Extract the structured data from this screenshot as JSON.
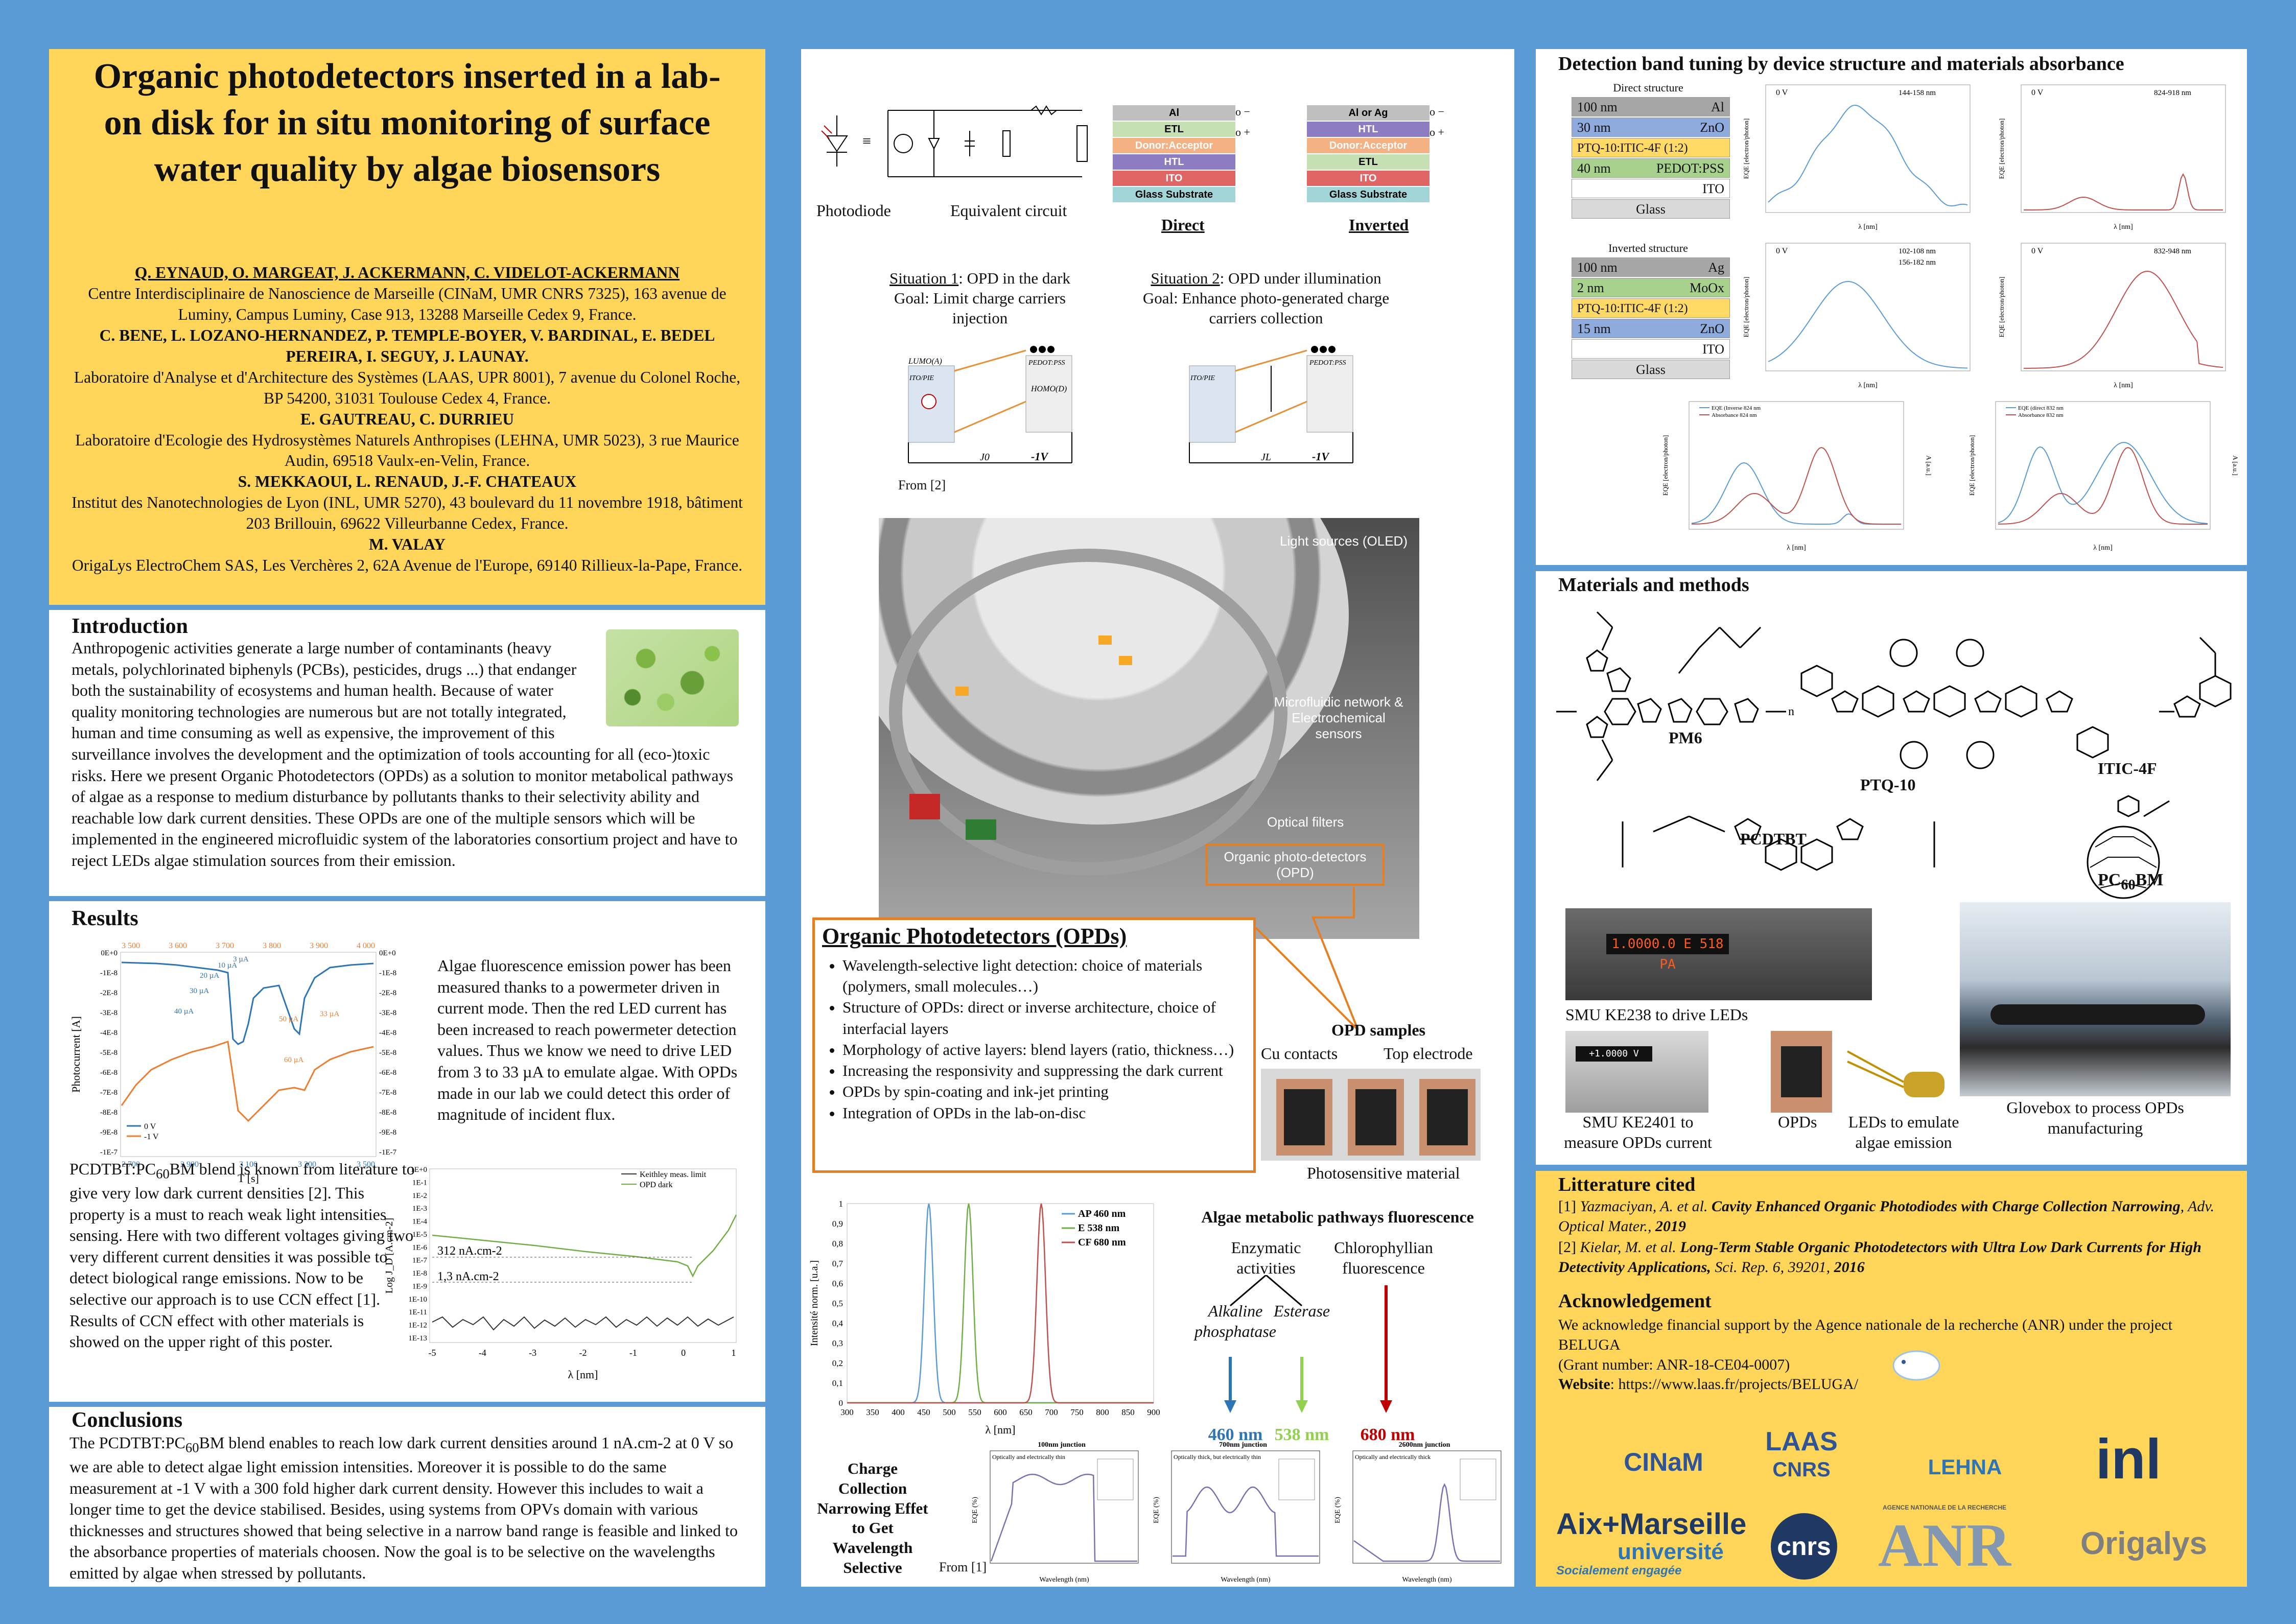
{
  "title": "Organic photodetectors inserted in a lab-on disk for in situ monitoring of surface water quality by algae biosensors",
  "authors": [
    {
      "names": "Q. EYNAUD, O. MARGEAT, J. ACKERMANN, C. VIDELOT-ACKERMANN",
      "affil": "Centre Interdisciplinaire de Nanoscience de Marseille (CINaM, UMR CNRS 7325), 163 avenue de Luminy, Campus Luminy, Case 913, 13288 Marseille Cedex 9, France."
    },
    {
      "names": "C. BENE, L. LOZANO-HERNANDEZ, P. TEMPLE-BOYER, V. BARDINAL, E. BEDEL PEREIRA, I. SEGUY, J. LAUNAY.",
      "affil": "Laboratoire d'Analyse et d'Architecture des Systèmes (LAAS, UPR 8001), 7 avenue du Colonel Roche, BP 54200, 31031 Toulouse Cedex 4, France."
    },
    {
      "names": "E. GAUTREAU, C. DURRIEU",
      "affil": "Laboratoire d'Ecologie des Hydrosystèmes Naturels Anthropises (LEHNA, UMR 5023), 3 rue Maurice Audin, 69518 Vaulx-en-Velin, France."
    },
    {
      "names": "S. MEKKAOUI, L. RENAUD, J.-F. CHATEAUX",
      "affil": "Institut des Nanotechnologies de Lyon (INL, UMR 5270), 43 boulevard du 11 novembre 1918, bâtiment 203 Brillouin, 69622 Villeurbanne Cedex, France."
    },
    {
      "names": "M. VALAY",
      "affil": "OrigaLys ElectroChem SAS, Les Verchères 2, 62A Avenue de l'Europe, 69140 Rillieux-la-Pape, France."
    }
  ],
  "intro": {
    "heading": "Introduction",
    "text": "Anthropogenic activities generate a large number of contaminants (heavy metals, polychlorinated biphenyls (PCBs), pesticides, drugs ...) that endanger both the sustainability of ecosystems and human health. Because of water quality monitoring technologies are numerous but are not totally integrated, human and time consuming as well as expensive, the improvement of this surveillance involves the development and the optimization of tools accounting for all (eco-)toxic risks. Here we present Organic Photodetectors (OPDs) as a solution to monitor metabolical pathways of algae as a response to medium disturbance by pollutants thanks to their selectivity ability and reachable low dark current densities. These OPDs are one of the multiple sensors which will be implemented in the engineered microfluidic system of the laboratories consortium project and have to reject LEDs algae stimulation sources from their emission."
  },
  "results": {
    "heading": "Results",
    "text1": "Algae fluorescence emission power has been measured thanks to a powermeter driven in current mode. Then the red LED current has been increased to reach powermeter detection values. Thus we know we need to drive LED from 3 to 33 µA to emulate algae. With OPDs made in our lab we could detect this order of magnitude of incident flux.",
    "text2_pre": "PCDTBT:PC",
    "text2_sub": "60",
    "text2_post": "BM blend is known from literature to give very low dark current densities [2]. This property is a must to reach weak light intensities sensing. Here with two different voltages giving two very different current densities it was possible to detect biological range emissions. Now to be selective our approach is to use CCN effect [1]. Results of CCN effect with other materials is showed on the upper right of this poster."
  },
  "conclusions": {
    "heading": "Conclusions",
    "pre": "The PCDTBT:PC",
    "sub": "60",
    "post": "BM blend enables to reach low dark current densities around 1 nA.cm-2 at 0 V so we are able to detect algae light emission intensities. Moreover it is possible to do the same measurement at -1 V with a 300 fold higher dark current density. However this includes to wait a longer time to get the device stabilised. Besides, using systems from OPVs domain with various thicknesses and structures showed that being selective in a narrow band range is feasible and linked to the absorbance properties of materials choosen. Now the goal is to be selective on the wavelengths emitted by algae when stressed by pollutants."
  },
  "device": {
    "photodiode": "Photodiode",
    "equiv": "Equivalent circuit",
    "direct": "Direct",
    "inverted": "Inverted",
    "direct_layers": [
      "Al",
      "ETL",
      "Donor:Acceptor",
      "HTL",
      "ITO",
      "Glass Substrate"
    ],
    "inverted_layers": [
      "Al or Ag",
      "HTL",
      "Donor:Acceptor",
      "ETL",
      "ITO",
      "Glass Substrate"
    ],
    "sit1_title": "Situation 1",
    "sit1_rest": ": OPD in the dark",
    "sit1_goal": "Goal: Limit charge carriers injection",
    "sit2_title": "Situation 2",
    "sit2_rest": ": OPD under illumination",
    "sit2_goal": "Goal: Enhance photo-generated charge carriers collection",
    "from2": "From [2]",
    "v1": "-1V",
    "j0": "J0",
    "jl": "JL",
    "lumo": "LUMO(A)",
    "homo": "HOMO(D)",
    "itopie": "ITO/PIE",
    "pedot": "PEDOT:PSS"
  },
  "disk": {
    "light": "Light sources (OLED)",
    "micro": "Microfluidic network & Electrochemical sensors",
    "filters": "Optical filters",
    "opd": "Organic photo-detectors (OPD)"
  },
  "opds": {
    "heading": "Organic Photodetectors (OPDs)",
    "items": [
      "Wavelength-selective light detection: choice of materials (polymers, small molecules…)",
      "Structure of OPDs: direct or inverse architecture, choice of interfacial layers",
      "Morphology of active layers: blend layers (ratio, thickness…)",
      "Increasing the responsivity and suppressing the dark current",
      "OPDs by spin-coating and ink-jet printing",
      "Integration of OPDs in the lab-on-disc"
    ]
  },
  "samples": {
    "title": "OPD samples",
    "cu": "Cu contacts",
    "top": "Top electrode",
    "photo": "Photosensitive material"
  },
  "metabolic": {
    "title": "Algae metabolic pathways fluorescence",
    "enzymatic": "Enzymatic activities",
    "chloro": "Chlorophyllian fluorescence",
    "alk": "Alkaline phosphatase",
    "est": "Esterase",
    "w1": "460 nm",
    "w2": "538 nm",
    "w3": "680 nm",
    "c1": "#2e75b6",
    "c2": "#92d050",
    "c3": "#c00000"
  },
  "ccn": {
    "label": "Charge Collection Narrowing Effet to Get Wavelength Selective",
    "from1": "From [1]",
    "panels": [
      {
        "title": "100nm junction",
        "sub": "Optically and electrically thin"
      },
      {
        "title": "700nm junction",
        "sub": "Optically thick, but electrically thin"
      },
      {
        "title": "2600nm junction",
        "sub": "Optically and electrically thick"
      }
    ],
    "xlabel": "Wavelength (nm)",
    "ylabel": "EQE (%)"
  },
  "detection": {
    "heading": "Detection band tuning by device structure and materials absorbance",
    "direct_title": "Direct structure",
    "direct_rows": [
      {
        "th": "100 nm",
        "mat": "Al",
        "color": "#a6a6a6"
      },
      {
        "th": "30 nm",
        "mat": "ZnO",
        "color": "#8faadc"
      },
      {
        "th": "PTQ-10:ITIC-4F (1:2)",
        "mat": "",
        "color": "#ffd966"
      },
      {
        "th": "40 nm",
        "mat": "PEDOT:PSS",
        "color": "#a9d18e"
      },
      {
        "th": "",
        "mat": "ITO",
        "color": "#ffffff"
      },
      {
        "th": "Glass",
        "mat": "",
        "color": "#d9d9d9"
      }
    ],
    "inverted_title": "Inverted structure",
    "inverted_rows": [
      {
        "th": "100 nm",
        "mat": "Ag",
        "color": "#a6a6a6"
      },
      {
        "th": "2 nm",
        "mat": "MoOx",
        "color": "#a9d18e"
      },
      {
        "th": "PTQ-10:ITIC-4F (1:2)",
        "mat": "",
        "color": "#ffd966"
      },
      {
        "th": "15 nm",
        "mat": "ZnO",
        "color": "#8faadc"
      },
      {
        "th": "",
        "mat": "ITO",
        "color": "#ffffff"
      },
      {
        "th": "Glass",
        "mat": "",
        "color": "#d9d9d9"
      }
    ],
    "p1_label": "0 V",
    "p1_band": "144-158 nm",
    "p2_label": "0 V",
    "p2_band": "824-918 nm",
    "p3_label": "0 V",
    "p3_band1": "102-108 nm",
    "p3_band2": "156-182 nm",
    "p4_label": "0 V",
    "p4_band": "832-948 nm",
    "xlab": "λ [nm]",
    "eqe_lab": "EQE [electron/photon]",
    "abs_lab": "A [a.u.]",
    "leg_eqe1": "EQE (Inverse 824 nm",
    "leg_abs1": "Absorbance 824 nm",
    "leg_eqe2": "EQE (direct 832 nm",
    "leg_abs2": "Absorbance 832 nm"
  },
  "materials": {
    "heading": "Materials and methods",
    "pm6": "PM6",
    "ptq": "PTQ-10",
    "itic": "ITIC-4F",
    "pcdtbt": "PCDTBT",
    "pcbm_pre": "PC",
    "pcbm_sub": "60",
    "pcbm_post": "BM",
    "smu238": "SMU KE238 to drive LEDs",
    "smu2401": "SMU KE2401 to measure OPDs current",
    "opds": "OPDs",
    "leds": "LEDs to emulate algae emission",
    "glovebox": "Glovebox to process OPDs manufacturing",
    "display1": "1.0000.0 E 518 PA",
    "display2": "+1.0000 V"
  },
  "literature": {
    "heading": "Litterature cited",
    "r1_num": "[1] ",
    "r1_auth": "Yazmaciyan, A. et al.",
    "r1_title": " Cavity Enhanced Organic Photodiodes with Charge Collection Narrowing",
    "r1_rest": ", Adv. Optical Mater.,",
    "r1_year": " 2019",
    "r2_num": "[2] ",
    "r2_auth": "Kielar, M. et al.",
    "r2_title": " Long-Term Stable Organic Photodetectors with Ultra Low Dark Currents for High Detectivity Applications,",
    "r2_rest": " Sci. Rep. 6, 39201,",
    "r2_year": " 2016"
  },
  "ack": {
    "heading": "Acknowledgement",
    "text": "We acknowledge financial support by the Agence nationale de la recherche (ANR) under the project BELUGA",
    "grant": "(Grant number: ANR-18-CE04-0007)",
    "web_label": "Website",
    "web": ": https://www.laas.fr/projects/BELUGA/"
  },
  "logos": {
    "cinam": "CINaM",
    "laas": "LAAS",
    "laas_sub": "CNRS",
    "lehna": "LEHNA",
    "inl": "inl",
    "amu1": "Aix+Marseille",
    "amu2": "université",
    "amu3": "Socialement engagée",
    "cnrs": "cnrs",
    "anr_top": "AGENCE NATIONALE DE LA RECHERCHE",
    "anr": "ANR",
    "origalys": "Origalys"
  },
  "chart_data": [
    {
      "type": "line",
      "title": "",
      "xlabel": "T [s]",
      "ylabel": "Photocurrent [A]",
      "x_bottom_ticks": [
        "2 700",
        "2 900",
        "3 100",
        "3 300",
        "3 500"
      ],
      "x_top_ticks": [
        "3 500",
        "3 600",
        "3 700",
        "3 800",
        "3 900",
        "4 000"
      ],
      "y_left_ticks": [
        "0E+0",
        "-1E-8",
        "-2E-8",
        "-3E-8",
        "-4E-8",
        "-5E-8",
        "-6E-8",
        "-7E-8",
        "-8E-8",
        "-9E-8",
        "-1E-7"
      ],
      "y_right_ticks": [
        "0E+0",
        "-1E-8",
        "-2E-8",
        "-3E-8",
        "-4E-8",
        "-5E-8",
        "-6E-8",
        "-7E-8",
        "-8E-8",
        "-9E-8",
        "-1E-7"
      ],
      "legend": [
        "0 V",
        "-1 V"
      ],
      "annotations": [
        "3 µA",
        "10 µA",
        "20 µA",
        "30 µA",
        "40 µA",
        "50 µA",
        "60 µA",
        "33 µA"
      ],
      "series": [
        {
          "name": "0 V",
          "color": "#2e75b6"
        },
        {
          "name": "-1 V",
          "color": "#ed7d31"
        }
      ]
    },
    {
      "type": "line",
      "title": "",
      "xlabel": "λ [nm]",
      "ylabel": "Log J_D [A.cm-2]",
      "x_ticks": [
        "-5",
        "-4",
        "-3",
        "-2",
        "-1",
        "0",
        "1"
      ],
      "y_ticks": [
        "1E+0",
        "1E-1",
        "1E-2",
        "1E-3",
        "1E-4",
        "1E-5",
        "1E-6",
        "1E-7",
        "1E-8",
        "1E-9",
        "1E-10",
        "1E-11",
        "1E-12",
        "1E-13"
      ],
      "annotations": [
        "312 nA.cm-2",
        "1,3 nA.cm-2"
      ],
      "series": [
        {
          "name": "Keithley meas. limit",
          "color": "#555555"
        },
        {
          "name": "OPD dark",
          "color": "#70ad47"
        }
      ]
    },
    {
      "type": "line",
      "title": "",
      "xlabel": "λ [nm]",
      "ylabel": "Intensité norm. [u.a.]",
      "x_ticks": [
        "300",
        "350",
        "400",
        "450",
        "500",
        "550",
        "600",
        "650",
        "700",
        "750",
        "800",
        "850",
        "900"
      ],
      "y_ticks": [
        "0",
        "0,1",
        "0,2",
        "0,3",
        "0,4",
        "0,5",
        "0,6",
        "0,7",
        "0,8",
        "0,9",
        "1"
      ],
      "xlim": [
        300,
        900
      ],
      "ylim": [
        0,
        1
      ],
      "series": [
        {
          "name": "AP 460 nm",
          "color": "#5b9bd5",
          "peak": 460
        },
        {
          "name": "E 538 nm",
          "color": "#70ad47",
          "peak": 538
        },
        {
          "name": "CF 680 nm",
          "color": "#c0504d",
          "peak": 680
        }
      ]
    }
  ]
}
